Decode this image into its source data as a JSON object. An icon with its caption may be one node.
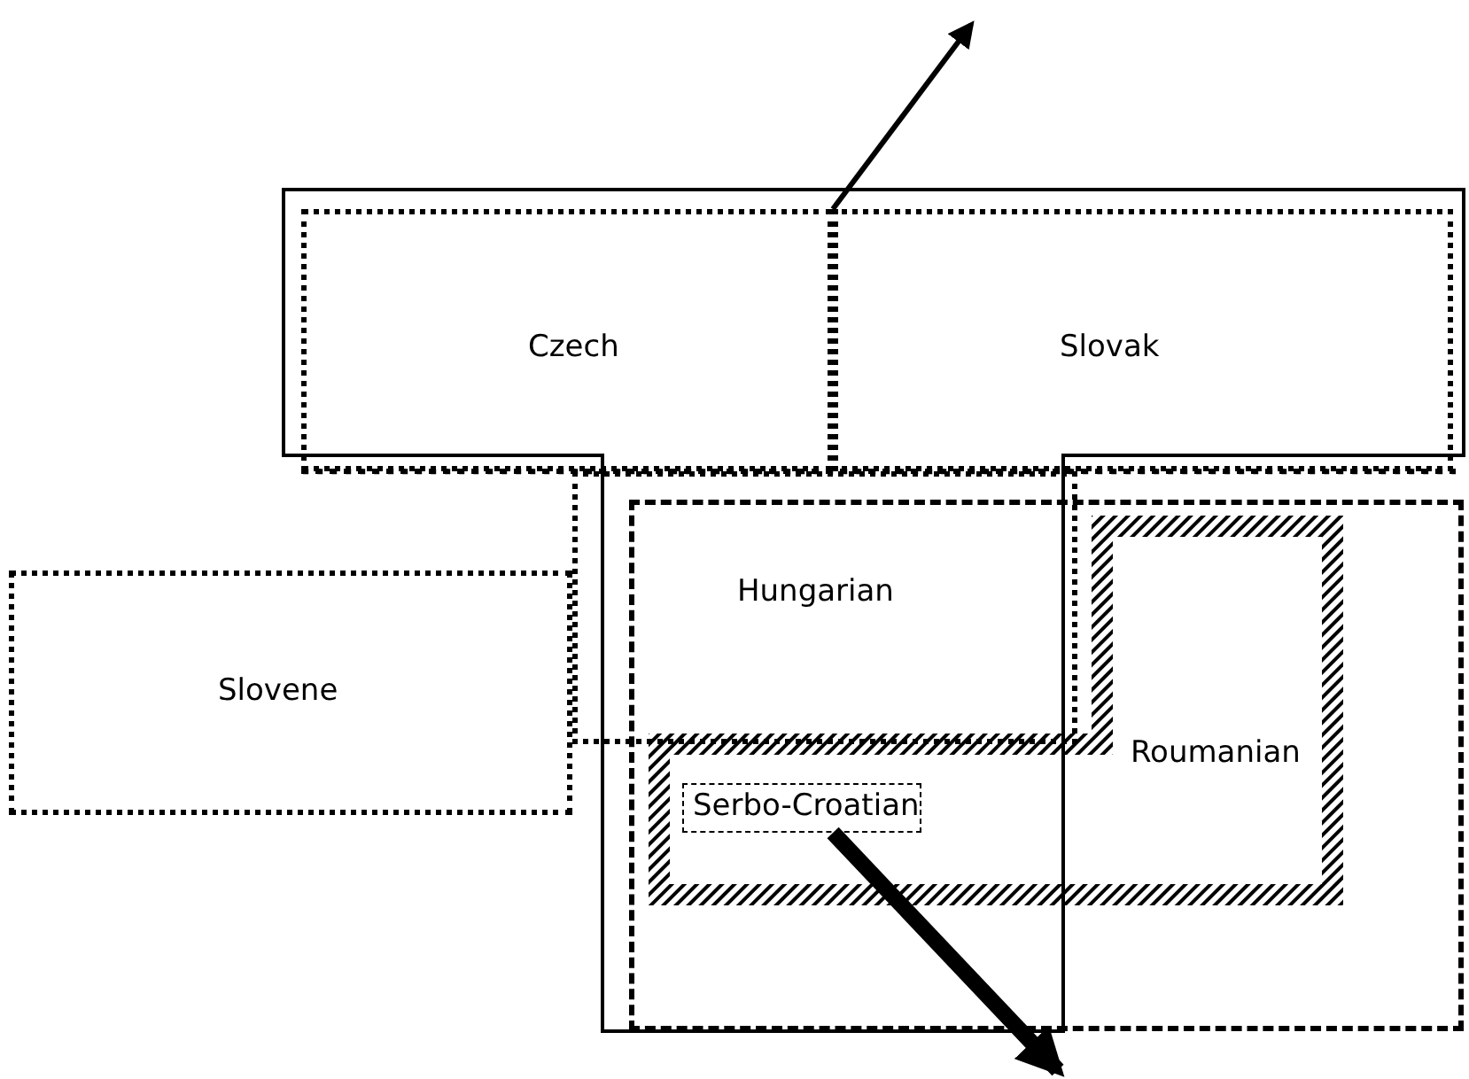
{
  "diagram": {
    "nodes": [
      {
        "text": [
          "Czech"
        ]
      },
      {
        "text": [
          "Slovak"
        ]
      },
      {
        "text": [
          "Hungarian"
        ]
      },
      {
        "text": [
          "Slovene"
        ]
      },
      {
        "text": [
          "Roumanian"
        ]
      },
      {
        "text": [
          "Serbo-Croatian"
        ],
        "in": 4
      }
    ],
    "edges": [
      {
        "from": 0,
        "to": null,
        "arrow": "to"
      },
      {
        "from": 5,
        "to": null,
        "arrow": "to",
        "style": "thick"
      }
    ]
  }
}
